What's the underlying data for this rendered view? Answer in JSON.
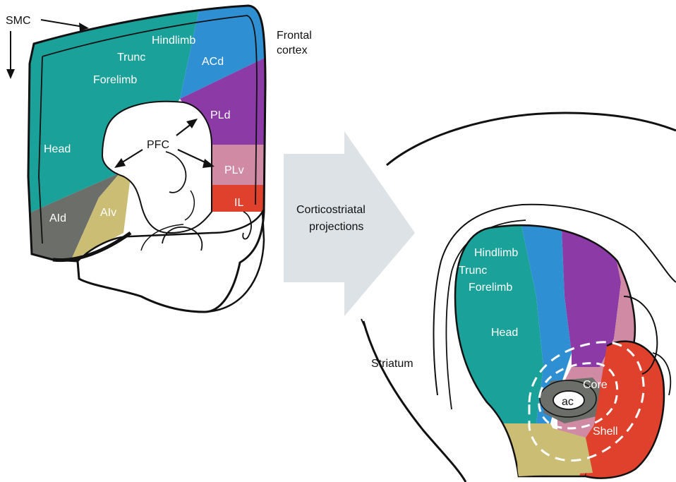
{
  "colors": {
    "teal": "#1aa199",
    "blue": "#2f8fd3",
    "purple": "#8b3aa6",
    "pink": "#d08aa4",
    "red": "#e0412d",
    "gray": "#6b6e69",
    "olive": "#cbbd74",
    "arrow_fill": "#dde2e6",
    "outline": "#111111"
  },
  "cortex": {
    "smc_label": "SMC",
    "frontal_cortex_line1": "Frontal",
    "frontal_cortex_line2": "cortex",
    "hindlimb": "Hindlimb",
    "trunc": "Trunc",
    "forelimb": "Forelimb",
    "head": "Head",
    "acd": "ACd",
    "pld": "PLd",
    "plv": "PLv",
    "il": "IL",
    "ald": "AId",
    "alv": "AIv",
    "pfc": "PFC"
  },
  "projection": {
    "line1": "Corticostriatal",
    "line2": "projections"
  },
  "striatum": {
    "label": "Striatum",
    "hindlimb": "Hindlimb",
    "trunc": "Trunc",
    "forelimb": "Forelimb",
    "head": "Head",
    "core": "Core",
    "ac": "ac",
    "shell": "Shell"
  }
}
